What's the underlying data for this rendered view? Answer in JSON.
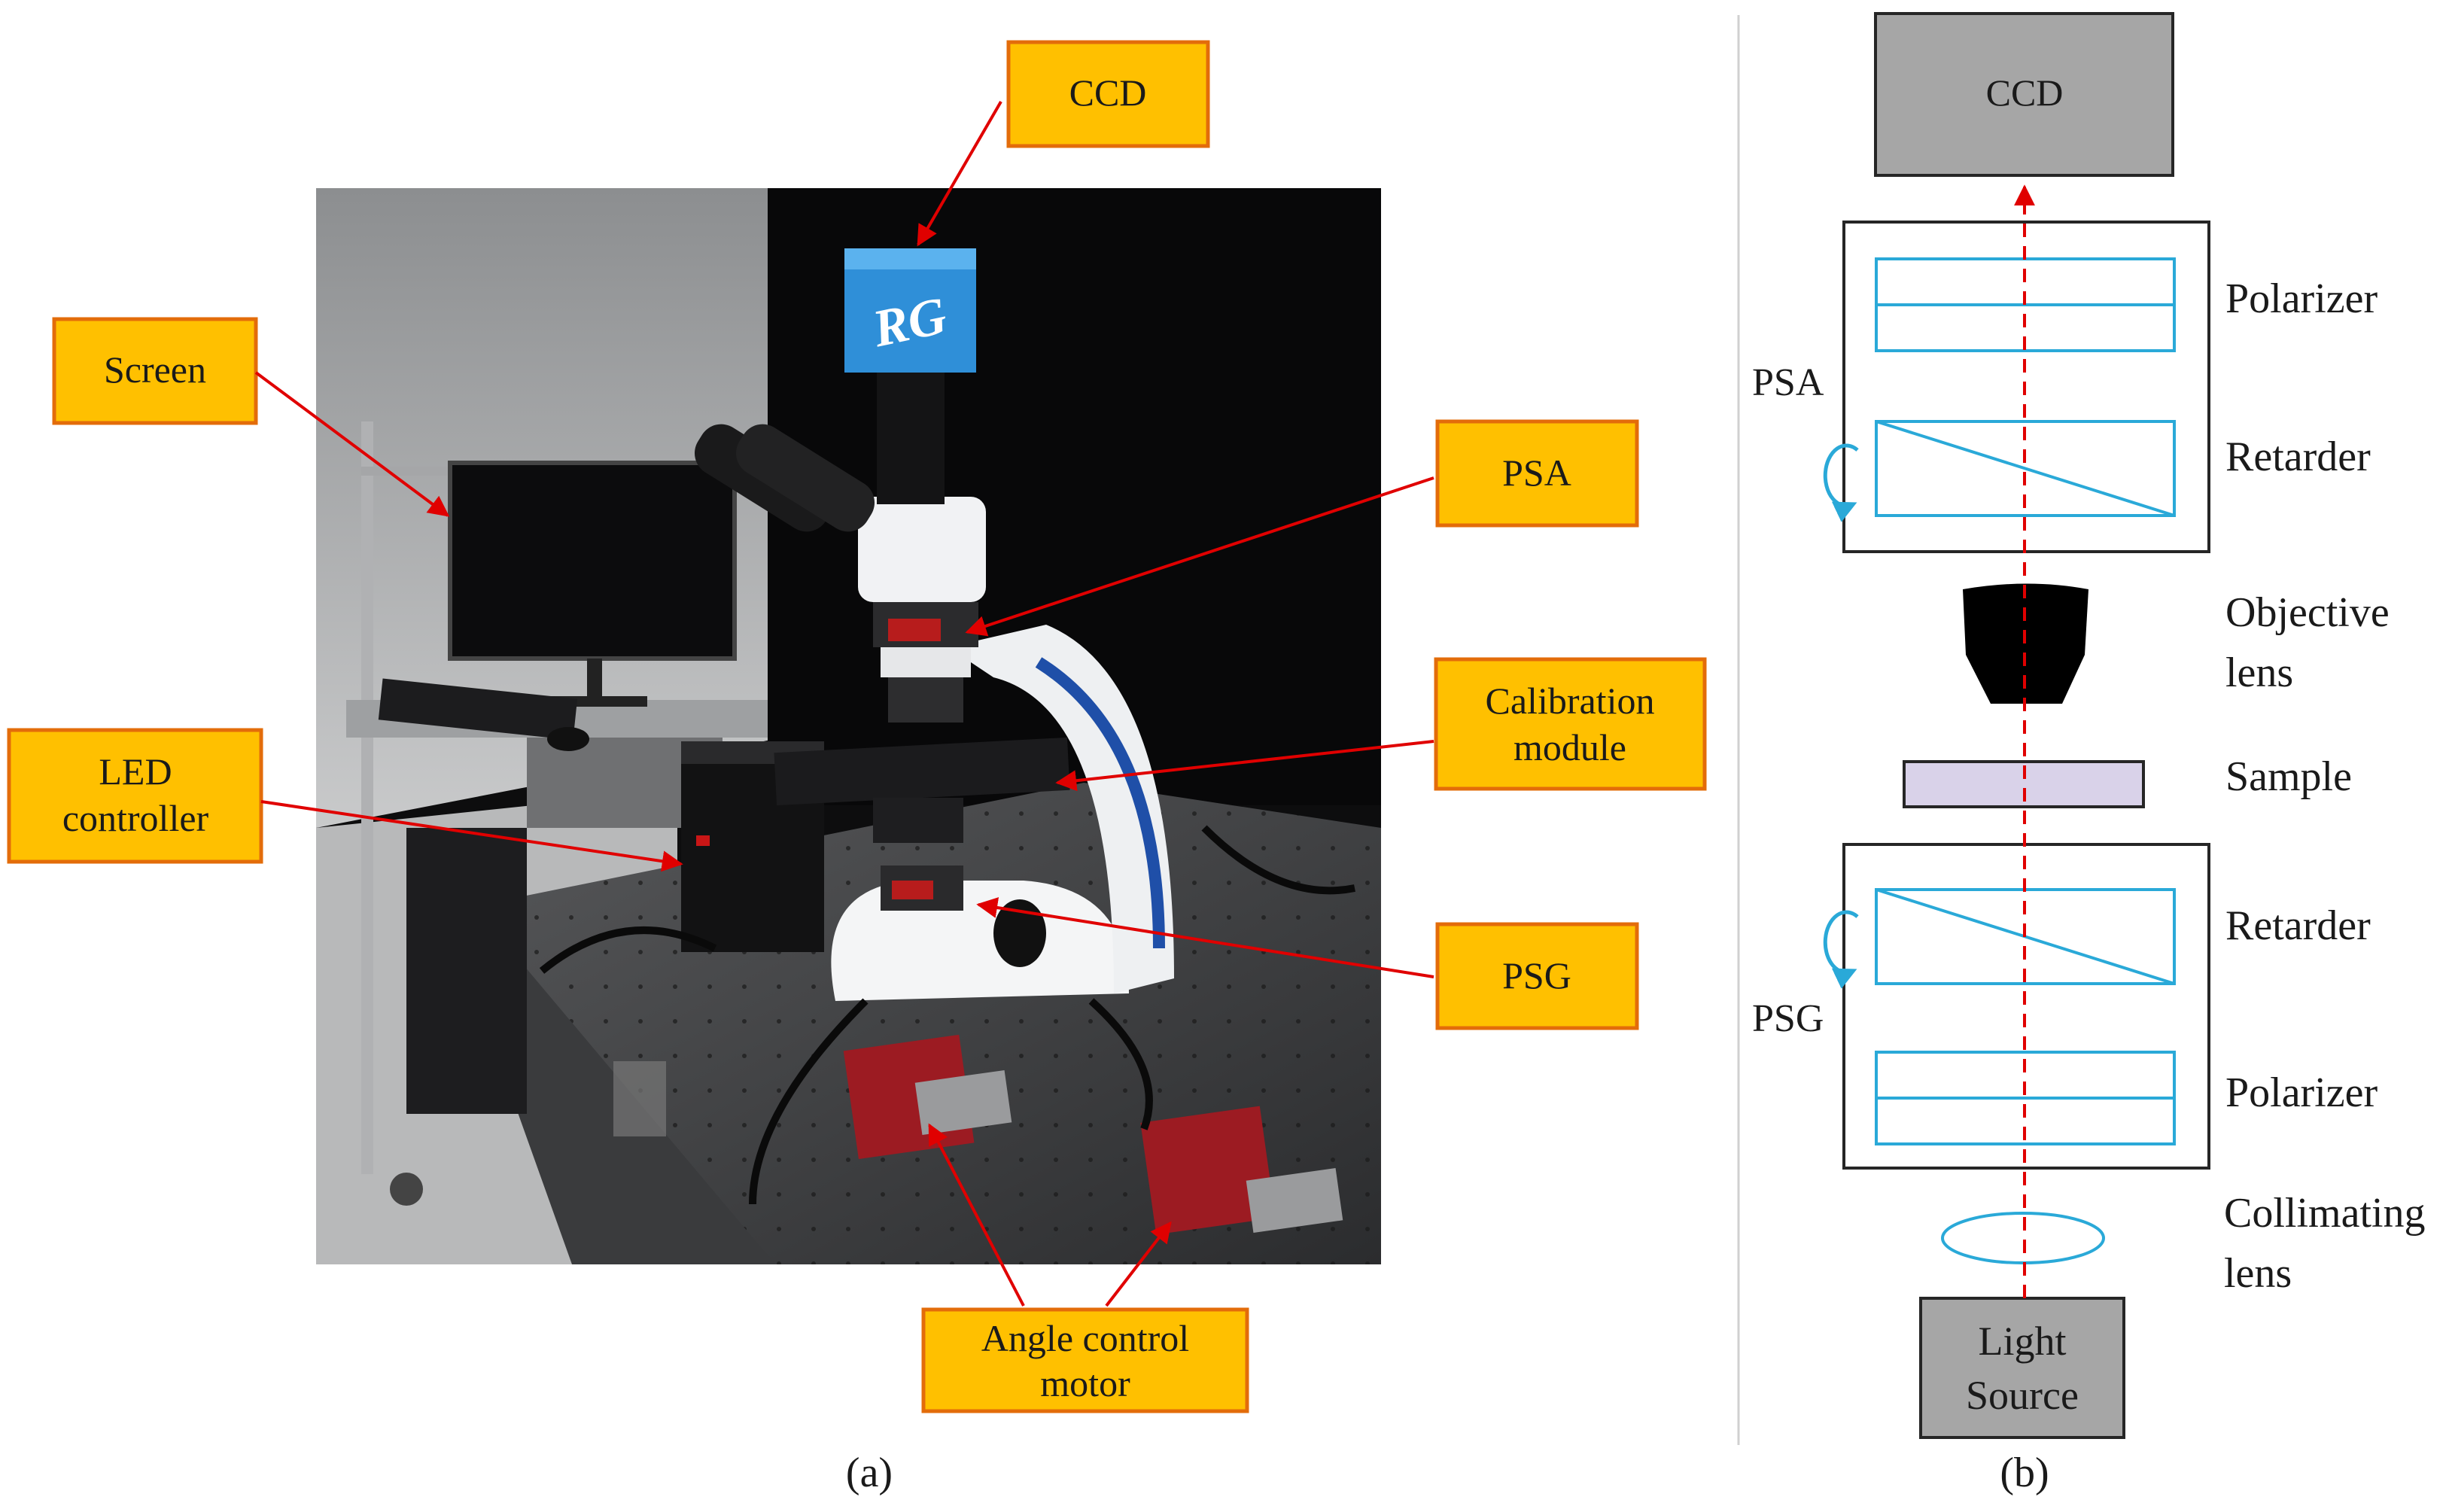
{
  "panel_a": {
    "caption": "(a)",
    "callouts": {
      "ccd": "CCD",
      "screen": "Screen",
      "psa": "PSA",
      "calibration_line1": "Calibration",
      "calibration_line2": "module",
      "led_line1": "LED",
      "led_line2": "controller",
      "psg": "PSG",
      "motor_line1": "Angle control",
      "motor_line2": "motor"
    },
    "camera_logo": "RG",
    "colors": {
      "callout_fill": "#ffc000",
      "callout_border": "#e36c0a",
      "arrow": "#e00000",
      "camera": "#2f8fd8",
      "motor": "#9c1b22",
      "microscope_stripe": "#1f4fa8"
    }
  },
  "panel_b": {
    "caption": "(b)",
    "ccd": "CCD",
    "psa": "PSA",
    "psg": "PSG",
    "polarizer_top": "Polarizer",
    "retarder_top": "Retarder",
    "objective_line1": "Objective",
    "objective_line2": "lens",
    "sample": "Sample",
    "retarder_bottom": "Retarder",
    "polarizer_bottom": "Polarizer",
    "collimating_line1": "Collimating",
    "collimating_line2": "lens",
    "light_line1": "Light",
    "light_line2": "Source",
    "colors": {
      "box_gray": "#a6a6a6",
      "optic_blue": "#2aa9d8",
      "beam": "#e00000",
      "sample_fill": "#d9d2e9",
      "rotation_arrow": "#2aa9d8"
    }
  }
}
